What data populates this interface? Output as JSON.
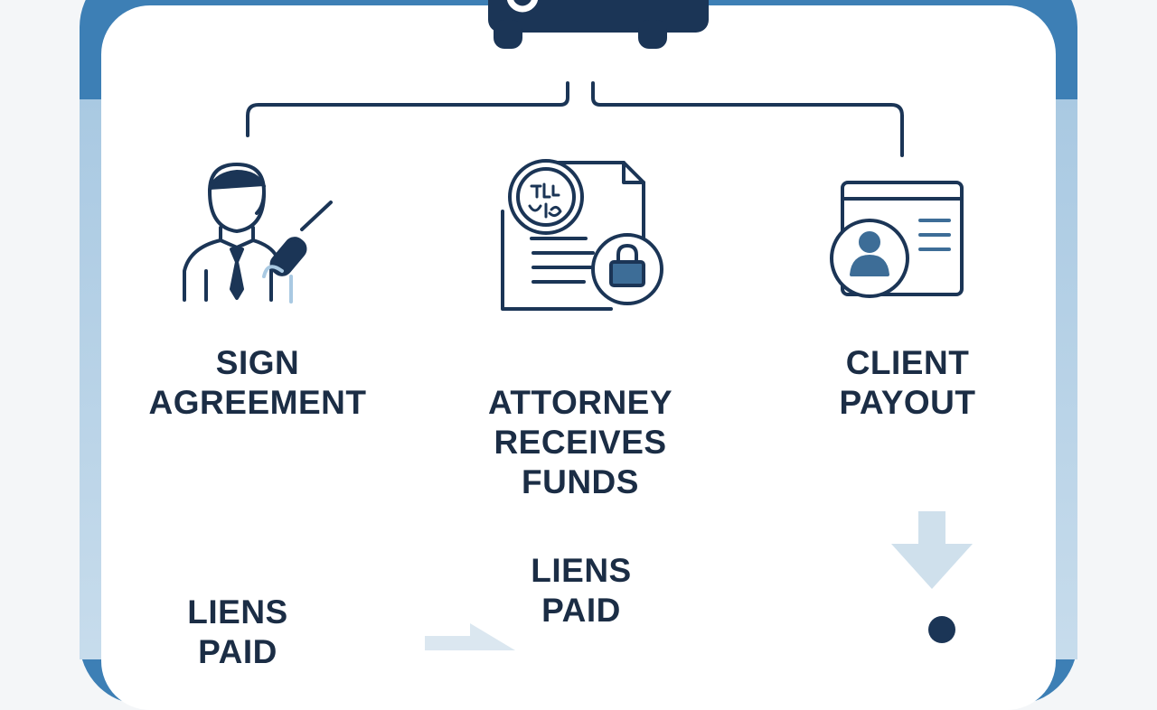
{
  "steps": {
    "sign_agreement": {
      "line1": "SIGN",
      "line2": "AGREEMENT"
    },
    "attorney_receives_funds": {
      "line1": "ATTORNEY",
      "line2": "RECEIVES",
      "line3": "FUNDS"
    },
    "client_payout": {
      "line1": "CLIENT",
      "line2": "PAYOUT"
    },
    "liens_paid_left": {
      "line1": "LIENS",
      "line2": "PAID"
    },
    "liens_paid_center": {
      "line1": "LIENS",
      "line2": "PAID"
    }
  },
  "icons": {
    "top": "briefcase-icon",
    "sign_agreement": "signing-person-icon",
    "attorney_receives_funds": "document-lock-icon",
    "client_payout": "client-profile-card-icon"
  },
  "colors": {
    "navy": "#1b2d45",
    "frame_blue": "#3d7fb5",
    "light_blue": "#a9c9e2",
    "faded_blue": "#cfe0ec"
  }
}
